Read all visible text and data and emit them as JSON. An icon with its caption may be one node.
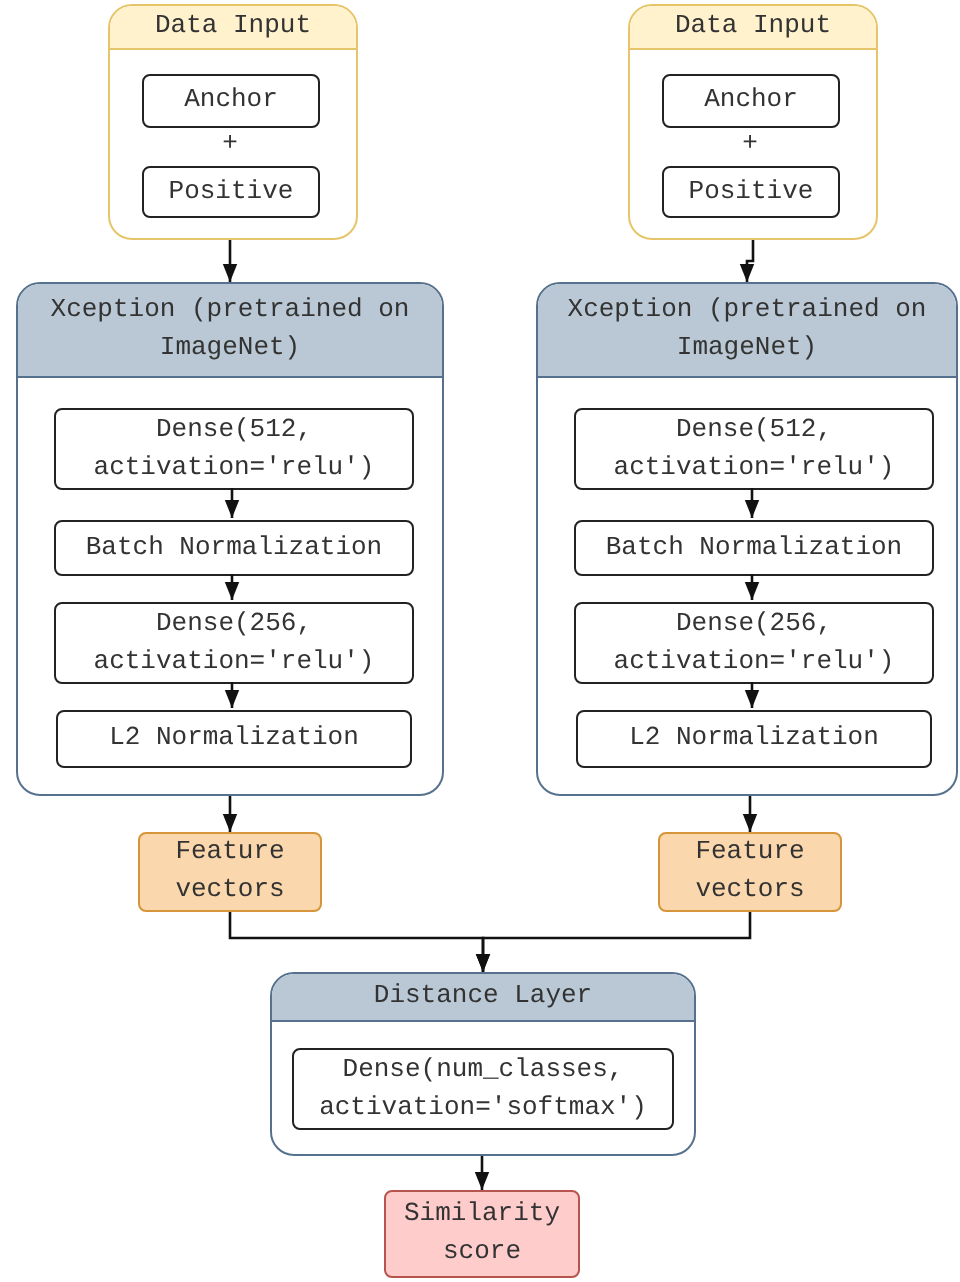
{
  "diagram": {
    "nodes": [
      {
        "text": [
          "Data Input"
        ]
      },
      {
        "text": [
          "Anchor"
        ],
        "in": 0
      },
      {
        "text": [
          "Positive"
        ],
        "in": 0
      },
      {
        "text": [
          "Xception (pretrained on ImageNet)"
        ]
      },
      {
        "text": [
          "Dense(512, activation='relu')"
        ],
        "in": 3
      },
      {
        "text": [
          "Batch Normalization"
        ],
        "in": 3
      },
      {
        "text": [
          "Dense(256, activation='relu')"
        ],
        "in": 3
      },
      {
        "text": [
          "L2 Normalization"
        ],
        "in": 3
      },
      {
        "text": [
          "Feature vectors"
        ]
      },
      {
        "text": [
          "Data Input"
        ]
      },
      {
        "text": [
          "Anchor"
        ],
        "in": 9
      },
      {
        "text": [
          "Positive"
        ],
        "in": 9
      },
      {
        "text": [
          "Xception (pretrained on ImageNet)"
        ]
      },
      {
        "text": [
          "Dense(512, activation='relu')"
        ],
        "in": 12
      },
      {
        "text": [
          "Batch Normalization"
        ],
        "in": 12
      },
      {
        "text": [
          "Dense(256, activation='relu')"
        ],
        "in": 12
      },
      {
        "text": [
          "L2 Normalization"
        ],
        "in": 12
      },
      {
        "text": [
          "Feature vectors"
        ]
      },
      {
        "text": [
          "Distance Layer"
        ]
      },
      {
        "text": [
          "Dense(num_classes, activation='softmax')"
        ],
        "in": 18
      },
      {
        "text": [
          "Similarity score"
        ]
      }
    ],
    "edges": [
      {
        "from": 0,
        "to": 3,
        "arrow": "to"
      },
      {
        "from": 4,
        "to": 5,
        "arrow": "to"
      },
      {
        "from": 5,
        "to": 6,
        "arrow": "to"
      },
      {
        "from": 6,
        "to": 7,
        "arrow": "to"
      },
      {
        "from": 3,
        "to": 8,
        "arrow": "to"
      },
      {
        "from": 9,
        "to": 12,
        "arrow": "to"
      },
      {
        "from": 13,
        "to": 14,
        "arrow": "to"
      },
      {
        "from": 14,
        "to": 15,
        "arrow": "to"
      },
      {
        "from": 15,
        "to": 16,
        "arrow": "to"
      },
      {
        "from": 12,
        "to": 17,
        "arrow": "to"
      },
      {
        "from": 8,
        "to": 18,
        "arrow": "to"
      },
      {
        "from": 17,
        "to": 18,
        "arrow": "to"
      },
      {
        "from": 18,
        "to": 20,
        "arrow": "to"
      }
    ],
    "labels": [
      "+",
      "+"
    ]
  }
}
